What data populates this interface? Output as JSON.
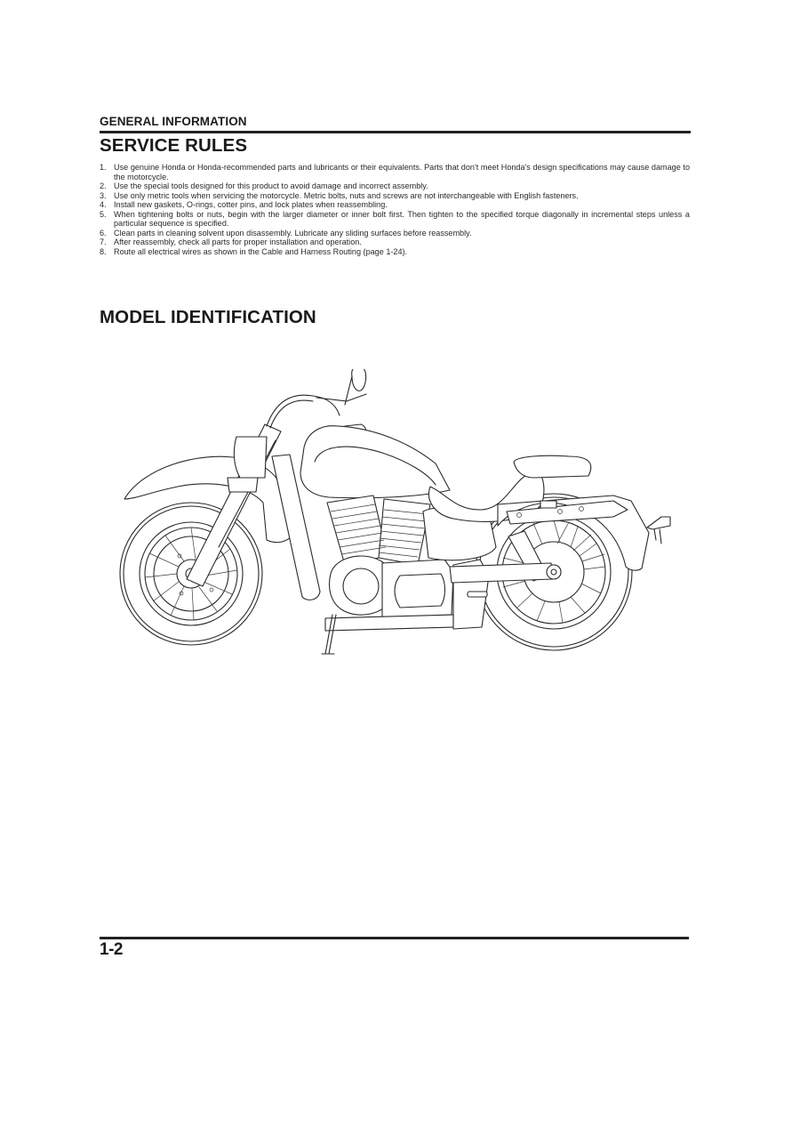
{
  "header": {
    "section_label": "GENERAL INFORMATION"
  },
  "service_rules": {
    "title": "SERVICE RULES",
    "items": [
      {
        "num": "1.",
        "text": "Use genuine Honda or Honda-recommended parts and lubricants or their equivalents. Parts that don't meet Honda's design specifications may cause damage to the motorcycle."
      },
      {
        "num": "2.",
        "text": "Use the special tools designed for this product to avoid damage and incorrect assembly."
      },
      {
        "num": "3.",
        "text": "Use only metric tools when servicing the motorcycle. Metric bolts, nuts and screws are not interchangeable with English fasteners."
      },
      {
        "num": "4.",
        "text": "Install new gaskets, O-rings, cotter pins, and lock plates when reassembling."
      },
      {
        "num": "5.",
        "text": "When tightening bolts or nuts, begin with the larger diameter or inner bolt first. Then tighten to the specified torque diagonally in incremental steps unless a particular sequence is specified."
      },
      {
        "num": "6.",
        "text": "Clean parts in cleaning solvent upon disassembly. Lubricate any sliding surfaces before reassembly."
      },
      {
        "num": "7.",
        "text": "After reassembly, check all parts for proper installation and operation."
      },
      {
        "num": "8.",
        "text": "Route all electrical wires as shown in the Cable and Harness Routing (page 1-24)."
      }
    ]
  },
  "model_identification": {
    "title": "MODEL IDENTIFICATION",
    "figure": "motorcycle-side-view-line-drawing"
  },
  "footer": {
    "page_number": "1-2"
  }
}
